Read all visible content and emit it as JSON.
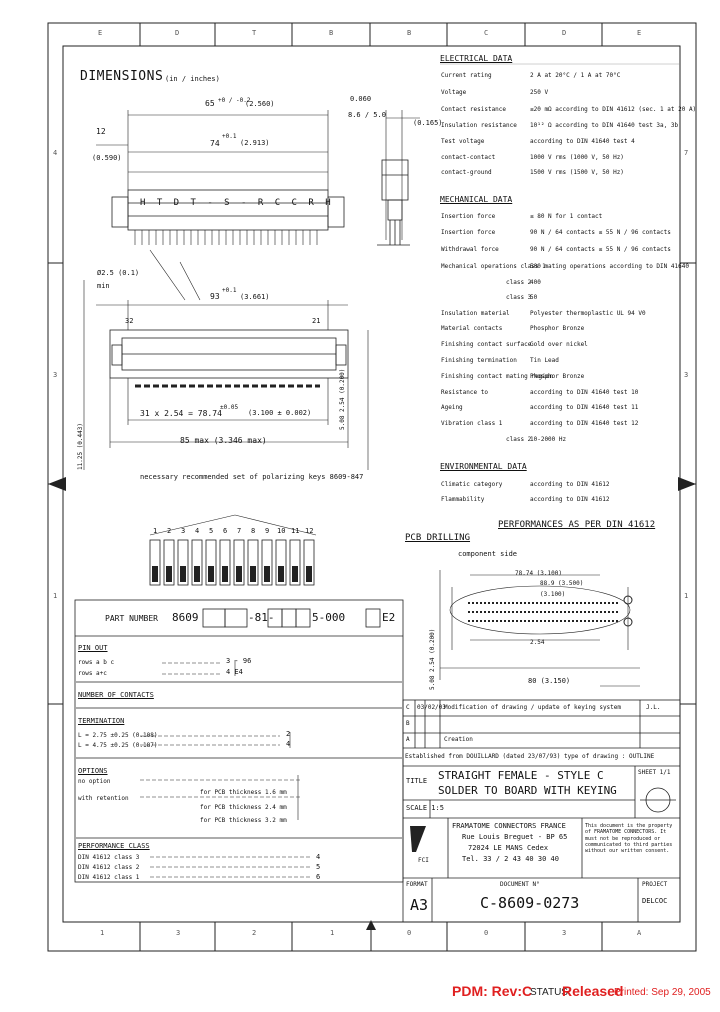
{
  "grid": {
    "top_letters": [
      "E",
      "D",
      "T",
      "B",
      "B",
      "C",
      "D",
      "E"
    ],
    "bottom_labels": [
      "1",
      "3",
      "2",
      "1",
      "0",
      "0",
      "3",
      "A"
    ],
    "left_numbers": [
      "4",
      "3",
      "1"
    ],
    "right_numbers": [
      "7",
      "3",
      "1"
    ]
  },
  "dimensions": {
    "title": "DIMENSIONS",
    "units": "(in / inches)",
    "dim_65": "65",
    "dim_65_tol": "+0 / -0.2",
    "dim_65_in": "(2.560)",
    "dim_12": "12",
    "dim_12_in": "(0.590)",
    "dim_74": "74",
    "dim_74_tol": "+0.1",
    "dim_74_in": "(2.913)",
    "dim_ldc": "0.060",
    "dim_ldc2": "8.6 / 5.0",
    "dim_right1": "(0.165)",
    "connector_letters": "H T D T - S - R C C R H",
    "dim_25": "Ø2.5 (0.1)",
    "dim_min": "min",
    "dim_93": "93",
    "dim_93_tol": "+0.1",
    "dim_93_in": "(3.661)",
    "pin_a": "32",
    "pin_b": "21",
    "pitch_text": "31 x 2.54 = 78.74",
    "pitch_tol": "±0.05",
    "pitch_in": "(3.100 ± 0.002)",
    "dim_85": "85 max  (3.346 max)",
    "side_dims": "5.08  2.54  (0.200)",
    "left_side_dims": "11.25  (0.443)",
    "necessary": "necessary recommended set of polarizing keys 8609-847"
  },
  "key_numbers": [
    "1",
    "2",
    "3",
    "4",
    "5",
    "6",
    "7",
    "8",
    "9",
    "10",
    "11",
    "12"
  ],
  "electrical": {
    "heading": "ELECTRICAL DATA",
    "rows": [
      {
        "label": "Current rating",
        "value": "2 A at 20°C / 1 A at 70°C"
      },
      {
        "label": "Voltage",
        "value": "250 V"
      },
      {
        "label": "Contact resistance",
        "value": "≤20 mΩ according to DIN 41612 (sec. 1 at 20 A)"
      },
      {
        "label": "Insulation resistance",
        "value": "10¹² Ω according to DIN 41640 test 3a, 3b"
      },
      {
        "label": "Test voltage",
        "value": "according to DIN 41640 test 4"
      },
      {
        "label": "contact-contact",
        "value": "1000 V rms  (1000 V, 50 Hz)"
      },
      {
        "label": "contact-ground",
        "value": "1500 V rms  (1500 V, 50 Hz)"
      }
    ]
  },
  "mechanical": {
    "heading": "MECHANICAL DATA",
    "rows": [
      {
        "label": "Insertion force",
        "value": "≤ 80 N for 1 contact"
      },
      {
        "label": "Insertion force",
        "value": "90 N / 64 contacts   ≤ 55 N / 96 contacts"
      },
      {
        "label": "Withdrawal force",
        "value": "90 N / 64 contacts   ≤ 55 N / 96 contacts"
      },
      {
        "label": "Mechanical operations  class 1",
        "value": "500 mating operations according to DIN 41640"
      },
      {
        "label": "class 2",
        "value": "400"
      },
      {
        "label": "class 3",
        "value": "50"
      },
      {
        "label": "Insulation material",
        "value": "Polyester thermoplastic UL 94 V0"
      },
      {
        "label": "Material contacts",
        "value": "Phosphor Bronze"
      },
      {
        "label": "Finishing contact surface",
        "value": "Gold over nickel"
      },
      {
        "label": "Finishing termination",
        "value": "Tin Lead"
      },
      {
        "label": "Finishing contact mating region",
        "value": "Phosphor Bronze"
      },
      {
        "label": "Resistance to",
        "value": "according to DIN 41640 test 10"
      },
      {
        "label": "Ageing",
        "value": "according to DIN 41640 test 11"
      },
      {
        "label": "Vibration  class 1",
        "value": "according to DIN 41640 test 12"
      },
      {
        "label": "class 2",
        "value": "10-2000 Hz"
      }
    ]
  },
  "environmental": {
    "heading": "ENVIRONMENTAL DATA",
    "rows": [
      {
        "label": "Climatic category",
        "value": "according to DIN 41612"
      },
      {
        "label": "Flammability",
        "value": "according to DIN 41612"
      }
    ]
  },
  "performance_title": "PERFORMANCES AS PER DIN 41612",
  "pcb": {
    "heading": "PCB DRILLING",
    "side": "component side",
    "dim_a": "78.74 (3.100)",
    "dim_b": "88.9 (3.500)",
    "dim_c": "(3.100)",
    "dim_d": "2.54",
    "left_dims": "5.08  2.54  (0.200)",
    "bottom_dim": "80 (3.150)"
  },
  "part": {
    "title": "PART NUMBER",
    "code_prefix": "8609",
    "code_mid": "-81-",
    "code_end": "5-000",
    "code_final": "E2",
    "pin_out": "PIN OUT",
    "pin_rows": [
      {
        "label": "rows a b c",
        "codes": "3 - 96"
      },
      {
        "label": "rows a+c",
        "codes": "4   E4"
      }
    ],
    "contacts": "NUMBER OF CONTACTS",
    "termination": "TERMINATION",
    "term_rows": [
      {
        "label": "L = 2.75 ±0.25  (0.108)",
        "code": "2"
      },
      {
        "label": "L = 4.75 ±0.25  (0.187)",
        "code": "4"
      }
    ],
    "options": "OPTIONS",
    "option_rows": [
      {
        "label": "no option",
        "code": ""
      },
      {
        "label": "with retention",
        "code": ""
      },
      {
        "label": "for PCB thickness 1.6 mm",
        "code": ""
      },
      {
        "label": "for PCB thickness 2.4 mm",
        "code": ""
      },
      {
        "label": "for PCB thickness 3.2 mm",
        "code": ""
      }
    ],
    "perf": "PERFORMANCE CLASS",
    "perf_rows": [
      {
        "label": "DIN 41612 class 3",
        "code": "4"
      },
      {
        "label": "DIN 41612 class 2",
        "code": "5"
      },
      {
        "label": "DIN 41612 class 1",
        "code": "6"
      }
    ]
  },
  "titleblock": {
    "rev_rows": [
      {
        "rev": "C",
        "date": "03/02/03",
        "text": "Modification of drawing / update of keying system",
        "by": "J.L."
      },
      {
        "rev": "B",
        "date": "",
        "text": "",
        "by": ""
      },
      {
        "rev": "A",
        "date": "",
        "text": "Creation",
        "by": ""
      }
    ],
    "replace_row": "Established from DOUILLARD  (dated 23/07/93) type of drawing : OUTLINE",
    "title_label": "TITLE",
    "title_line1": "STRAIGHT FEMALE - STYLE C",
    "title_line2": "SOLDER TO BOARD WITH KEYING",
    "sheet": "SHEET 1/1",
    "scale": "SCALE 1:5",
    "company": "FRAMATOME CONNECTORS FRANCE",
    "address1": "Rue Louis Breguet - BP 65",
    "address2": "72024 LE MANS Cedex",
    "phone": "Tel. 33 / 2 43 40 30 40",
    "fci": "FCI",
    "notice": "This document is the property of FRAMATOME CONNECTORS. It must not be reproduced or communicated to third parties without our written consent.",
    "format_label": "FORMAT",
    "format": "A3",
    "doc_label": "DOCUMENT N°",
    "doc_number": "C-8609-0273",
    "project_label": "PROJECT",
    "project": "DELCOC"
  },
  "footer": {
    "pdm": "PDM: Rev:C",
    "status_label": "STATUS:",
    "status_value": "Released",
    "printed": "Printed: Sep 29, 2005"
  }
}
